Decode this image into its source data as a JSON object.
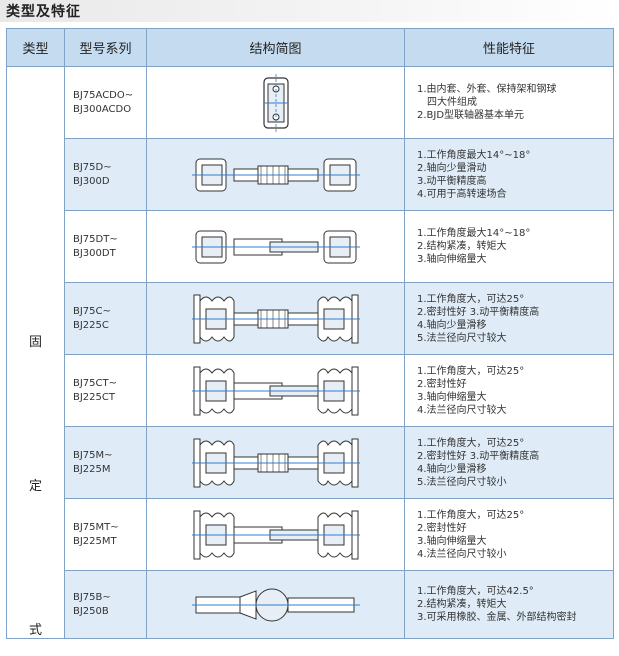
{
  "section_title": "类型及特征",
  "headers": [
    "类型",
    "型号系列",
    "结构简图",
    "性能特征"
  ],
  "type_chars": [
    "固",
    "定",
    "式"
  ],
  "rows": [
    {
      "model": [
        "BJ75ACDO~",
        "BJ300ACDO"
      ],
      "features": [
        "1.由内套、外套、保持架和钢球",
        "  四大件组成",
        "2.BJD型联轴器基本单元"
      ]
    },
    {
      "model": [
        "BJ75D~",
        "BJ300D"
      ],
      "features": [
        "1.工作角度最大14°~18°",
        "2.轴向少量滑动",
        "3.动平衡精度高",
        "4.可用于高转速场合"
      ]
    },
    {
      "model": [
        "BJ75DT~",
        "BJ300DT"
      ],
      "features": [
        "1.工作角度最大14°~18°",
        "2.结构紧凑，转矩大",
        "3.轴向伸缩量大"
      ]
    },
    {
      "model": [
        "BJ75C~",
        "BJ225C"
      ],
      "features": [
        "1.工作角度大，可达25°",
        "2.密封性好  3.动平衡精度高",
        "4.轴向少量滑移",
        "5.法兰径向尺寸较大"
      ]
    },
    {
      "model": [
        "BJ75CT~",
        "BJ225CT"
      ],
      "features": [
        "1.工作角度大，可达25°",
        "2.密封性好",
        "3.轴向伸缩量大",
        "4.法兰径向尺寸较大"
      ]
    },
    {
      "model": [
        "BJ75M~",
        "BJ225M"
      ],
      "features": [
        "1.工作角度大，可达25°",
        "2.密封性好  3.动平衡精度高",
        "4.轴向少量滑移",
        "5.法兰径向尺寸较小"
      ]
    },
    {
      "model": [
        "BJ75MT~",
        "BJ225MT"
      ],
      "features": [
        "1.工作角度大，可达25°",
        "2.密封性好",
        "3.轴向伸缩量大",
        "4.法兰径向尺寸较小"
      ]
    },
    {
      "model": [
        "BJ75B~",
        "BJ250B"
      ],
      "features": [
        "1.工作角度大，可达42.5°",
        "2.结构紧凑，转矩大",
        "3.可采用橡胶、金属、外部结构密封"
      ]
    }
  ],
  "colors": {
    "header_bg": "#c5dcf0",
    "alt_row_bg": "#dfecf8",
    "border": "#7fa3c6",
    "accent_line": "#2f7fd0"
  }
}
